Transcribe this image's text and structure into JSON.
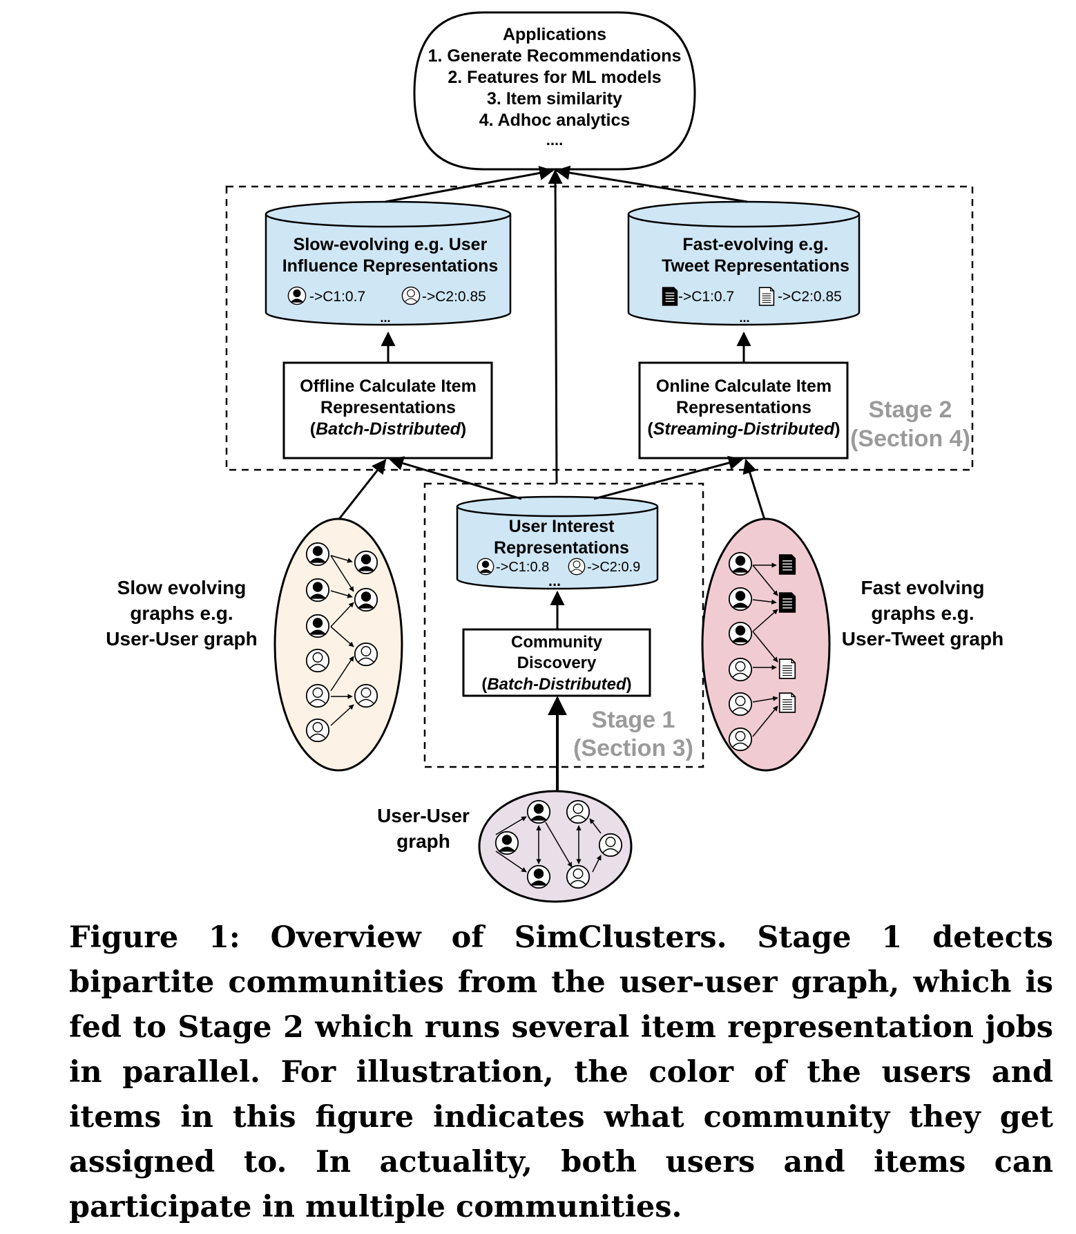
{
  "applications": {
    "title": "Applications",
    "items": [
      "1. Generate Recommendations",
      "2. Features for ML models",
      "3. Item similarity",
      "4. Adhoc analytics"
    ],
    "more": "...."
  },
  "stage2": {
    "label_line1": "Stage 2",
    "label_line2": "(Section 4)",
    "slow_store": {
      "line1": "Slow-evolving e.g. User",
      "line2": "Influence Representations",
      "entry1": "->C1:0.7",
      "entry2": "->C2:0.85",
      "more": "..."
    },
    "fast_store": {
      "line1": "Fast-evolving e.g.",
      "line2": "Tweet  Representations",
      "entry1": "->C1:0.7",
      "entry2": "->C2:0.85",
      "more": "..."
    },
    "offline_box": {
      "line1": "Offline Calculate Item",
      "line2": "Representations",
      "open": "(",
      "italic": "Batch-Distributed",
      "close": ")"
    },
    "online_box": {
      "line1": "Online Calculate Item",
      "line2": "Representations",
      "open": "(",
      "italic": "Streaming-Distributed",
      "close": ")"
    }
  },
  "stage1": {
    "label_line1": "Stage 1",
    "label_line2": "(Section 3)",
    "interest_store": {
      "line1": "User Interest",
      "line2": "Representations",
      "entry1": "->C1:0.8",
      "entry2": "->C2:0.9",
      "more": "..."
    },
    "community_box": {
      "line1": "Community",
      "line2": "Discovery",
      "open": "(",
      "italic": "Batch-Distributed",
      "close": ")"
    }
  },
  "slow_graph_label": [
    "Slow evolving",
    "graphs e.g.",
    "User-User graph"
  ],
  "fast_graph_label": [
    "Fast evolving",
    "graphs e.g.",
    "User-Tweet graph"
  ],
  "bottom_graph_label": [
    "User-User",
    "graph"
  ],
  "colors": {
    "store_fill": "#cfe6f5",
    "slow_graph_fill": "#fcf3e6",
    "fast_graph_fill": "#f0ccd2",
    "bottom_graph_fill": "#e8dfe8",
    "stage_label": "#9a9a9a"
  },
  "caption": "Figure 1: Overview of SimClusters. Stage 1 detects bipartite communities from the user-user graph, which is fed to Stage 2 which runs several item representation jobs in parallel. For illustration, the color of the users and items in this figure indicates what community they get assigned to. In actuality, both users and items can participate in multiple communities."
}
